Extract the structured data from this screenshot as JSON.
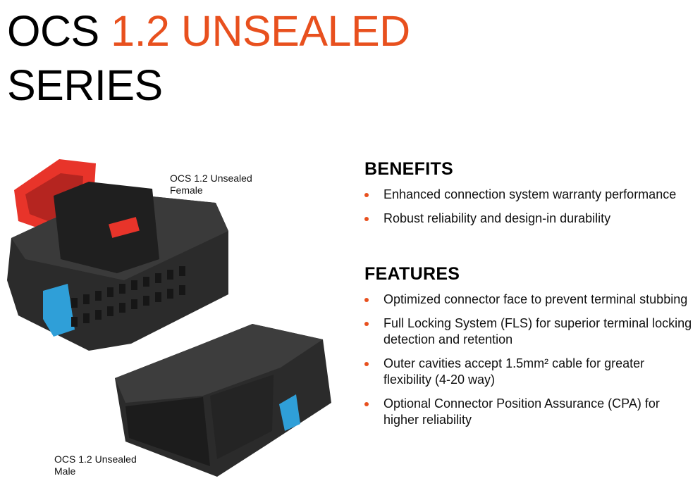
{
  "title": {
    "part1": "OCS ",
    "part2": "1.2 UNSEALED",
    "part3": "SERIES"
  },
  "colors": {
    "accent": "#e8501e",
    "connector_body": "#2b2b2b",
    "cpa_red": "#e8342a",
    "lock_blue": "#2f9fd8"
  },
  "images": {
    "female": {
      "caption_line1": "OCS 1.2 Unsealed",
      "caption_line2": "Female"
    },
    "male": {
      "caption_line1": "OCS 1.2 Unsealed",
      "caption_line2": "Male"
    }
  },
  "benefits": {
    "heading": "BENEFITS",
    "items": [
      "Enhanced connection system warranty performance",
      "Robust reliability and design-in durability"
    ]
  },
  "features": {
    "heading": "FEATURES",
    "items": [
      "Optimized connector face to prevent terminal stubbing",
      "Full Locking System (FLS) for superior terminal locking detection and retention",
      "Outer cavities accept 1.5mm² cable for greater flexibility (4-20 way)",
      "Optional Connector Position Assurance (CPA) for higher reliability"
    ]
  }
}
